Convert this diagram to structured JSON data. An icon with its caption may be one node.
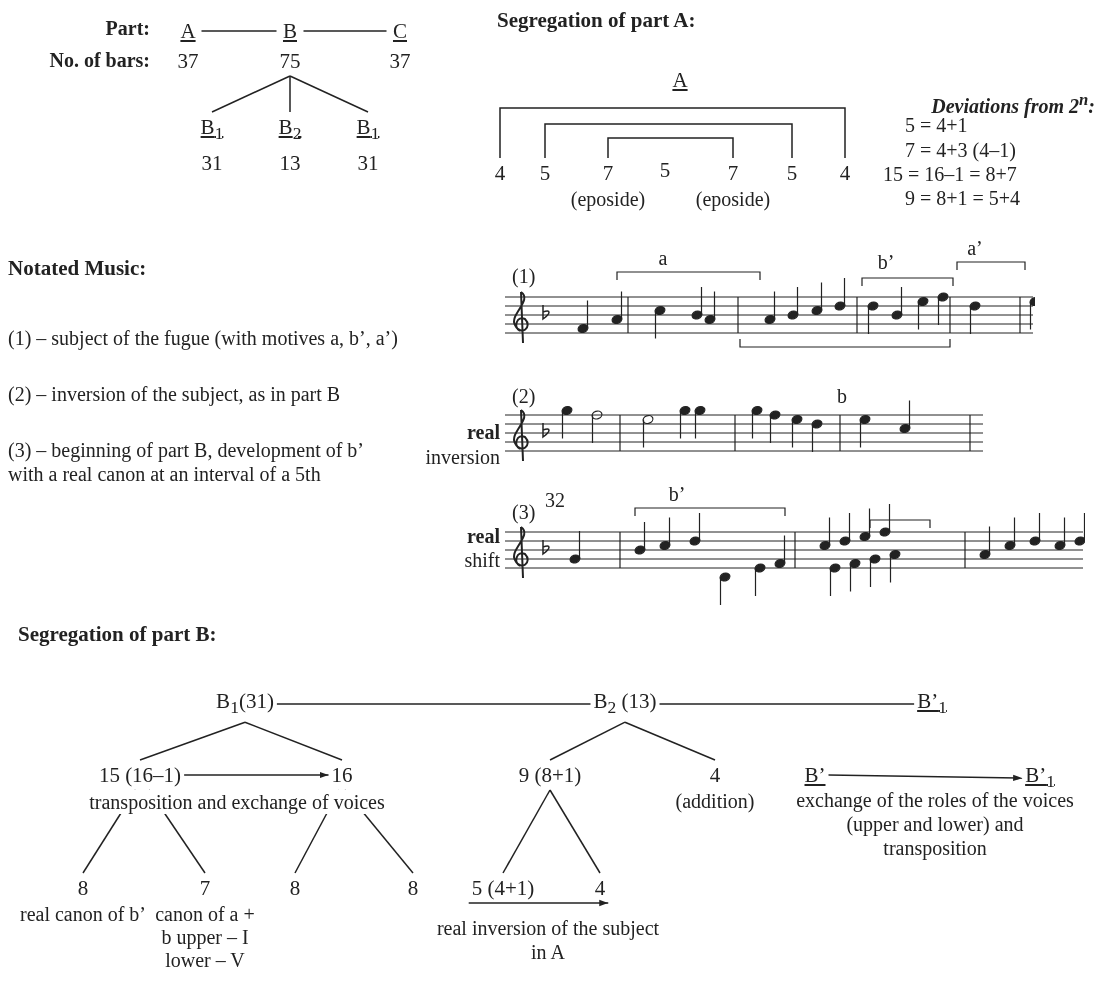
{
  "diagram": {
    "nodes": [
      {
        "text": [
          "A",
          "37"
        ]
      },
      {
        "text": [
          "B",
          "75"
        ]
      },
      {
        "text": [
          "C",
          "37"
        ]
      },
      {
        "text": [
          "B$_{1}$",
          "31"
        ]
      },
      {
        "text": [
          "B$_{2}$",
          "13"
        ]
      },
      {
        "text": [
          "B$_{1}$",
          "31"
        ]
      },
      {
        "text": [
          "4"
        ]
      },
      {
        "text": [
          "5"
        ]
      },
      {
        "text": [
          "7"
        ],
        "beside": [
          "(eposide)"
        ]
      },
      {
        "text": [
          "7"
        ],
        "beside": [
          "(eposide)"
        ]
      },
      {
        "text": [
          "5"
        ]
      },
      {
        "text": [
          "4"
        ]
      },
      {
        "text": [
          "B$_{1}$(31)"
        ]
      },
      {
        "text": [
          "B$_{2}$ (13)"
        ]
      },
      {
        "text": [
          "B’$_{1}$"
        ]
      },
      {
        "text": [
          "15 (16–1)"
        ]
      },
      {
        "text": [
          "16"
        ]
      },
      {
        "text": [
          "9 (8+1)"
        ]
      },
      {
        "text": [
          "4"
        ],
        "beside": [
          "(addition)"
        ]
      },
      {
        "text": [
          "B’"
        ]
      },
      {
        "text": [
          "B’$_{1}$"
        ]
      },
      {
        "text": [
          "8"
        ],
        "beside": [
          "real canon of b’"
        ]
      },
      {
        "text": [
          "7"
        ],
        "beside": [
          "canon of a + b upper – I lower – V"
        ]
      },
      {
        "text": [
          "8"
        ]
      },
      {
        "text": [
          "8"
        ]
      },
      {
        "text": [
          "5 (4+1)"
        ]
      },
      {
        "text": [
          "4"
        ]
      }
    ],
    "edges": [
      {
        "from": 0,
        "to": 1,
        "arrow": "none"
      },
      {
        "from": 1,
        "to": 2,
        "arrow": "none"
      },
      {
        "from": 1,
        "to": 3,
        "arrow": "none"
      },
      {
        "from": 1,
        "to": 4,
        "arrow": "none"
      },
      {
        "from": 1,
        "to": 5,
        "arrow": "none"
      },
      {
        "from": 6,
        "to": 11,
        "arrow": "none"
      },
      {
        "from": 7,
        "to": 10,
        "arrow": "none"
      },
      {
        "from": 8,
        "to": 9,
        "arrow": "none"
      },
      {
        "from": 12,
        "to": 13,
        "arrow": "none"
      },
      {
        "from": 13,
        "to": 14,
        "arrow": "none"
      },
      {
        "from": 12,
        "to": 15,
        "arrow": "none"
      },
      {
        "from": 12,
        "to": 16,
        "arrow": "none"
      },
      {
        "from": 15,
        "to": 16,
        "arrow": "to",
        "label": "transposition and exchange of voices"
      },
      {
        "from": 13,
        "to": 17,
        "arrow": "none"
      },
      {
        "from": 13,
        "to": 18,
        "arrow": "none"
      },
      {
        "from": 19,
        "to": 20,
        "arrow": "to"
      },
      {
        "from": 15,
        "to": 21,
        "arrow": "none"
      },
      {
        "from": 15,
        "to": 22,
        "arrow": "none"
      },
      {
        "from": 16,
        "to": 23,
        "arrow": "none"
      },
      {
        "from": 16,
        "to": 24,
        "arrow": "none"
      },
      {
        "from": 17,
        "to": 25,
        "arrow": "none"
      },
      {
        "from": 17,
        "to": 26,
        "arrow": "none"
      },
      {
        "from": 25,
        "to": 26,
        "arrow": "to",
        "label": "real inversion of the subject in A"
      }
    ],
    "labels": [
      "Part:",
      "Segregation of part A:",
      "No. of bars:",
      "A",
      "Deviations from 2$^{n}$:",
      "5 = 4+1",
      "7 = 4+3 (4–1)",
      "5",
      "15 = 16–1 = 8+7",
      "9 = 8+1 = 5+4",
      "Notated Music:",
      "a",
      "b’",
      "a’",
      "(1)",
      "(1) – subject of the fugue (with motives a, b’, a’)",
      "(2) – inversion of the subject, as in part B",
      "(2)",
      "b",
      "real",
      "inversion",
      "(3) – beginning of part B, development of b’ with a real canon at an interval of a 5th",
      "32",
      "b’",
      "(3)",
      "real",
      "shift",
      "Segregation of part B:",
      "exchange of the roles of the voices (upper and lower) and transposition"
    ]
  }
}
